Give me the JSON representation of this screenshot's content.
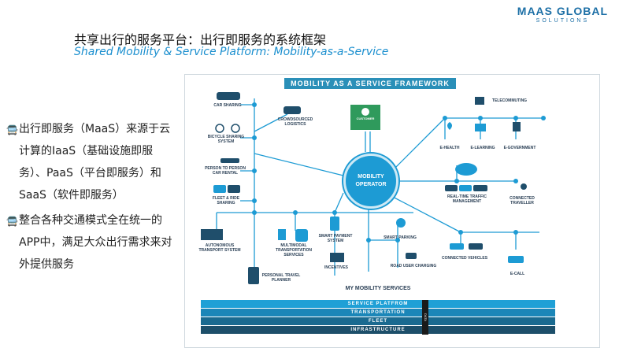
{
  "logo": {
    "line1": "MAAS GLOBAL",
    "line2": "SOLUTIONS"
  },
  "title": {
    "cn": "共享出行的服务平台：出行即服务的系统框架",
    "en": "Shared Mobility & Service Platform: Mobility-as-a-Service"
  },
  "bullets": [
    {
      "icon": "bus-icon",
      "text": "出行即服务（MaaS）来源于云计算的IaaS（基础设施即服务）、PaaS（平台即服务）和SaaS（软件即服务）"
    },
    {
      "icon": "bus-icon",
      "text": "整合各种交通模式全在统一的APP中，满足大众出行需求来对外提供服务"
    }
  ],
  "framework": {
    "title": "MOBILITY AS A SERVICE FRAMEWORK",
    "operator": "MOBILITY OPERATOR",
    "customer": "CUSTOMER",
    "nodes": {
      "car_sharing": "CAR SHARING",
      "bicycle": "BICYCLE SHARING SYSTEM",
      "p2p": "PERSON TO PERSON CAR RENTAL",
      "fleet": "FLEET & RIDE SHARING",
      "crowdsourced": "CROWDSOURCED LOGISTICS",
      "autonomous": "AUTONOMOUS TRANSPORT SYSTEM",
      "multimodal": "MULTIMODAL TRANSPORTATION SERVICES",
      "planner": "PERSONAL TRAVEL PLANNER",
      "smart_payment": "SMART PAYMENT SYSTEM",
      "incentives": "INCENTIVES",
      "smart_parking": "SMART PARKING",
      "road_charging": "ROAD USER CHARGING",
      "telecommuting": "TELECOMMUTING",
      "ehealth": "E-HEALTH",
      "elearning": "E-LEARNING",
      "egov": "E-GOVERNMENT",
      "traffic": "REAL-TIME TRAFFIC MANAGEMENT",
      "connected_traveller": "CONNECTED TRAVELLER",
      "connected_vehicles": "CONNECTED VEHICLES",
      "ecall": "E-CALL"
    },
    "my_services": "MY MOBILITY SERVICES",
    "bars": [
      "SERVICE PLATFROM",
      "TRANSPORTATION",
      "FLEET",
      "INFRASTRUCTURE"
    ],
    "data_label": "DATA",
    "colors": {
      "primary": "#1d9bd4",
      "green": "#2f9a5c",
      "dark": "#1f4e6b"
    }
  }
}
